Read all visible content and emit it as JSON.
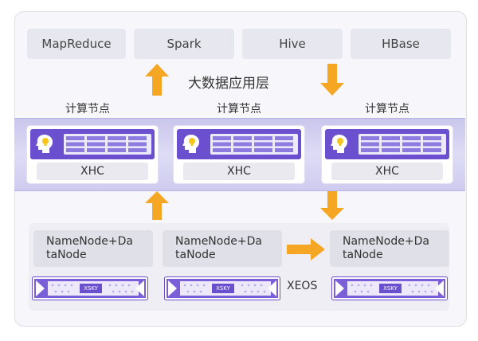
{
  "apps": [
    "MapReduce",
    "Spark",
    "Hive",
    "HBase"
  ],
  "app_layer_label": "大数据应用层",
  "compute_nodes": [
    {
      "label": "计算节点",
      "xhc": "XHC"
    },
    {
      "label": "计算节点",
      "xhc": "XHC"
    },
    {
      "label": "计算节点",
      "xhc": "XHC"
    }
  ],
  "storage_nodes": [
    {
      "label": "NameNode+Da\ntaNode",
      "disk_badge": "XSKY"
    },
    {
      "label": "NameNode+Da\ntaNode",
      "disk_badge": "XSKY"
    },
    {
      "label": "NameNode+Da\ntaNode",
      "disk_badge": "XSKY"
    }
  ],
  "storage_layer_label": "XEOS",
  "colors": {
    "arrow": "#f5a623",
    "server": "#6a4fcf",
    "band": "#d6d3f3"
  },
  "icons": [
    "head-lightbulb-icon",
    "arrow-up-icon",
    "arrow-down-icon",
    "arrow-right-icon"
  ]
}
